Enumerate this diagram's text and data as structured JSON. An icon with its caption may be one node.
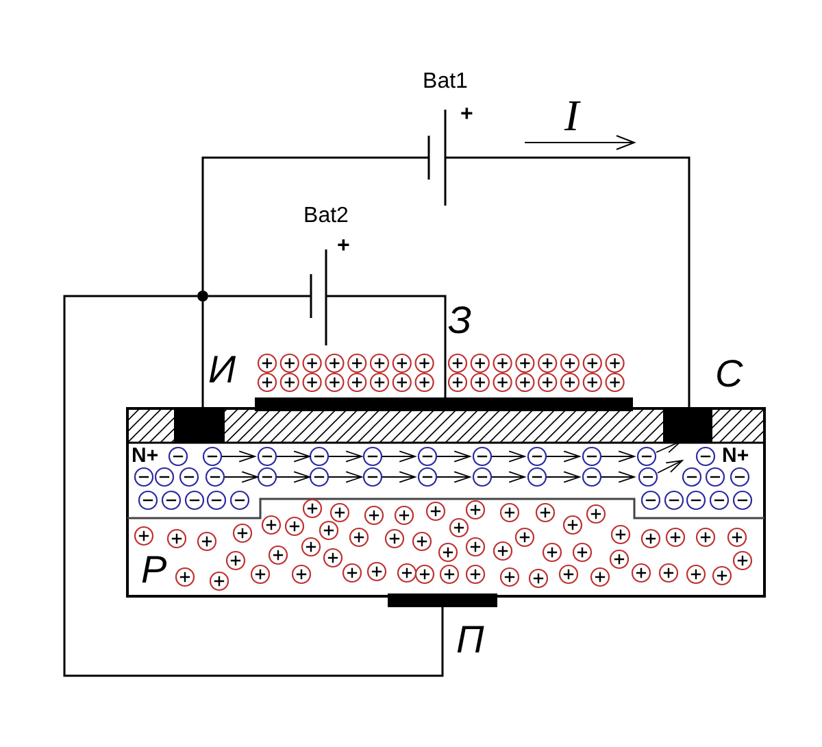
{
  "diagram": {
    "nodes": [
      {
        "text": [
          "Bat1",
          "+"
        ]
      },
      {
        "text": [
          "Bat2",
          "+"
        ]
      },
      {
        "text": [],
        "shape": "circle"
      },
      {
        "text": [
          "З"
        ]
      },
      {
        "text": [
          "И"
        ]
      },
      {
        "text": [
          "С"
        ]
      },
      {
        "text": [
          "П"
        ]
      }
    ],
    "edges": [
      {
        "from": 2,
        "to": 0,
        "arrow": "none"
      },
      {
        "from": 0,
        "to": 5,
        "arrow": "none"
      },
      {
        "from": 2,
        "to": 1,
        "arrow": "none"
      },
      {
        "from": 1,
        "to": 3,
        "arrow": "none"
      },
      {
        "from": 2,
        "to": 4,
        "arrow": "none"
      },
      {
        "from": 2,
        "to": 6,
        "arrow": "none"
      }
    ],
    "labels": [
      "I",
      "N+",
      "N+",
      "P"
    ]
  }
}
